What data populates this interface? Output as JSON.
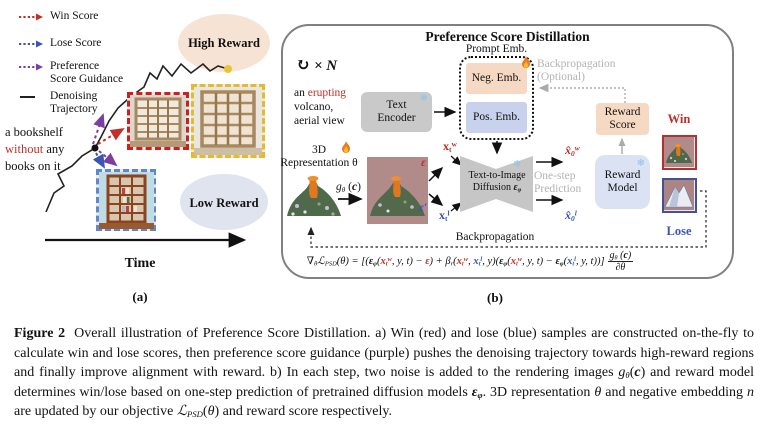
{
  "colors": {
    "win_red": "#c03028",
    "lose_blue": "#3a55b4",
    "guidance_purple": "#7b3fa0",
    "high_reward_fill": "#f7e3d3",
    "low_reward_fill": "#dfe4ef",
    "neg_emb_fill": "#f6d9c3",
    "pos_emb_fill": "#c9d2ec",
    "reward_model_fill": "#dbe2f4",
    "frozen_blue": "#85c6ec",
    "fire_orange": "#f07820"
  },
  "icons": {
    "snowflake": "❄",
    "loop": "↻"
  },
  "panel_a": {
    "legend": {
      "win": "Win Score",
      "lose": "Lose Score",
      "pref1": "Preference",
      "pref2": "Score Guidance",
      "den1": "Denoising",
      "den2": "Trajectory"
    },
    "high_reward": "High Reward",
    "low_reward": "Low Reward",
    "prompt_l1": "a bookshelf",
    "prompt_l2_red": "without",
    "prompt_l2b": " any",
    "prompt_l3": "books on it",
    "time": "Time",
    "tag": "(a)"
  },
  "panel_b": {
    "title": "Preference Score Distillation",
    "loop_times": "× N",
    "prompt_l1a": "an ",
    "prompt_l1_red": "erupting",
    "prompt_l2": "volcano,",
    "prompt_l3": "aerial view",
    "text_encoder1": "Text",
    "text_encoder2": "Encoder",
    "prompt_emb": "Prompt Emb.",
    "neg_emb": "Neg. Emb.",
    "pos_emb": "Pos. Emb.",
    "backprop_opt1": "Backpropagation",
    "backprop_opt2": "(Optional)",
    "reward_score1": "Reward",
    "reward_score2": "Score",
    "win": "Win",
    "lose": "Lose",
    "reward_model1": "Reward",
    "reward_model2": "Model",
    "repr3d_l1": "3D",
    "repr3d_l2": "Representation θ",
    "diffusion_l1": "Text-to-Image",
    "one_step1": "One-step",
    "one_step2": "Prediction",
    "backprop": "Backpropagation",
    "tag": "(b)",
    "tokens": {
      "g_theta": [
        {
          "t": "g",
          "i": 1,
          "sub": "θ"
        },
        {
          "t": " ("
        },
        {
          "t": "c",
          "b": 1,
          "i": 1
        },
        {
          "t": ")"
        }
      ],
      "diffusion_l2": [
        {
          "t": "Diffusion "
        },
        {
          "t": "ε",
          "b": 1,
          "i": 1,
          "sub": "φ"
        }
      ],
      "eps_w": [
        {
          "t": "ε",
          "b": 1,
          "i": 1,
          "cls": "red"
        }
      ],
      "eps_l": [
        {
          "t": "ε′",
          "b": 1,
          "i": 1,
          "cls": "blue"
        }
      ],
      "x_t_w": [
        {
          "t": "x",
          "b": 1,
          "cls": "red",
          "sub": "t",
          "sup": "w"
        }
      ],
      "x_t_l": [
        {
          "t": "x",
          "b": 1,
          "cls": "blue",
          "sub": "t",
          "sup": "l"
        }
      ],
      "xhat_0_w": [
        {
          "t": "x̂",
          "b": 1,
          "i": 1,
          "cls": "red",
          "sub": "0",
          "sup": "w"
        }
      ],
      "xhat_0_l": [
        {
          "t": "x̂",
          "b": 1,
          "i": 1,
          "cls": "blue",
          "sub": "0",
          "sup": "l"
        }
      ]
    }
  },
  "formula": {
    "tokens": [
      {
        "t": "∇",
        "sub": "θ"
      },
      {
        "t": "ℒ",
        "i": 1,
        "sub": "PSD"
      },
      {
        "t": "(θ) = [("
      },
      {
        "t": "ε",
        "b": 1,
        "i": 1,
        "sub": "φ"
      },
      {
        "t": "("
      },
      {
        "t": "x",
        "b": 1,
        "cls": "red",
        "sub": "t",
        "sup": "w"
      },
      {
        "t": ", y, t) − "
      },
      {
        "t": "ε",
        "b": 1,
        "i": 1,
        "cls": "red"
      },
      {
        "t": ") + "
      },
      {
        "t": "β",
        "i": 1,
        "sub": "r"
      },
      {
        "t": "("
      },
      {
        "t": "x",
        "b": 1,
        "cls": "red",
        "sub": "t",
        "sup": "w"
      },
      {
        "t": ", "
      },
      {
        "t": "x",
        "b": 1,
        "cls": "blue",
        "sub": "t",
        "sup": "l"
      },
      {
        "t": ", y)("
      },
      {
        "t": "ε",
        "b": 1,
        "i": 1,
        "sub": "φ"
      },
      {
        "t": "("
      },
      {
        "t": "x",
        "b": 1,
        "cls": "red",
        "sub": "t",
        "sup": "w"
      },
      {
        "t": ", y, t) − "
      },
      {
        "t": "ε",
        "b": 1,
        "i": 1,
        "sub": "φ"
      },
      {
        "t": "("
      },
      {
        "t": "x",
        "b": 1,
        "cls": "blue",
        "sub": "t",
        "sup": "l"
      },
      {
        "t": ", y, t))]"
      }
    ],
    "frac_num": [
      {
        "t": "g",
        "i": 1,
        "sub": "θ"
      },
      {
        "t": " ("
      },
      {
        "t": "c",
        "b": 1,
        "i": 1
      },
      {
        "t": ")"
      }
    ],
    "frac_den": [
      {
        "t": "∂θ"
      }
    ]
  },
  "caption": {
    "tag": "Figure 2",
    "tokens": [
      {
        "t": "Overall illustration of Preference Score Distillation.  a) Win (red) and lose (blue) samples are constructed on-the-fly to calculate win and lose scores, then preference score guidance (purple) pushes the denoising trajectory towards high-reward regions and finally improve alignment with reward.  b) In each step, two noise is added to the rendering images "
      },
      {
        "t": "g",
        "i": 1,
        "sub": "θ"
      },
      {
        "t": "("
      },
      {
        "t": "c",
        "b": 1,
        "i": 1
      },
      {
        "t": ") and reward model determines win/lose based on one-step prediction of pretrained diffusion models "
      },
      {
        "t": "ε",
        "b": 1,
        "i": 1,
        "sub": "φ"
      },
      {
        "t": ".  3D representation "
      },
      {
        "t": "θ",
        "i": 1
      },
      {
        "t": " and negative embedding "
      },
      {
        "t": "n",
        "i": 1
      },
      {
        "t": " are updated by our objective "
      },
      {
        "t": "ℒ",
        "i": 1,
        "sub": "PSD"
      },
      {
        "t": "("
      },
      {
        "t": "θ",
        "i": 1
      },
      {
        "t": ") and reward score respectively."
      }
    ]
  }
}
